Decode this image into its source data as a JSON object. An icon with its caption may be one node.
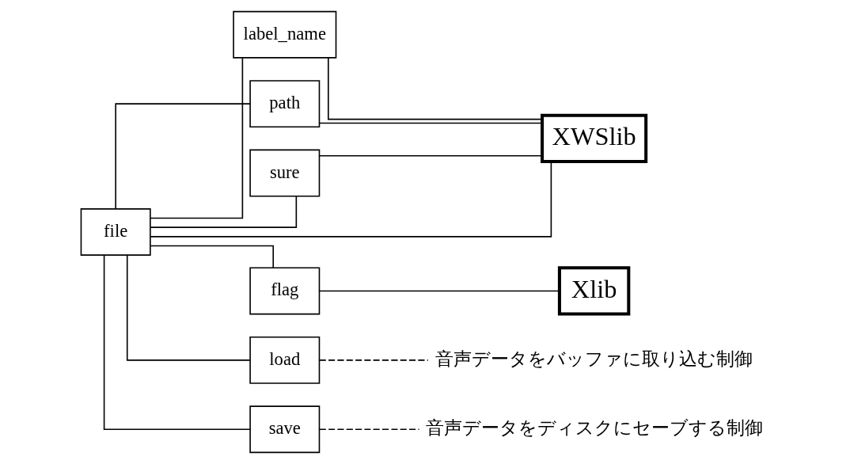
{
  "diagram": {
    "nodes": [
      {
        "text": [
          "file"
        ]
      },
      {
        "text": [
          "label_name"
        ]
      },
      {
        "text": [
          "path"
        ]
      },
      {
        "text": [
          "sure"
        ]
      },
      {
        "text": [
          "flag"
        ]
      },
      {
        "text": [
          "load"
        ]
      },
      {
        "text": [
          "save"
        ]
      },
      {
        "text": [
          "XWSlib"
        ]
      },
      {
        "text": [
          "Xlib"
        ]
      },
      {
        "text": [
          "音声データをバッファに取り込む制御"
        ]
      },
      {
        "text": [
          "音声データをディスクにセーブする制御"
        ]
      }
    ],
    "edges": [
      {
        "from": 0,
        "to": 1,
        "arrow": "none"
      },
      {
        "from": 0,
        "to": 2,
        "arrow": "none"
      },
      {
        "from": 0,
        "to": 3,
        "arrow": "none"
      },
      {
        "from": 0,
        "to": 4,
        "arrow": "none"
      },
      {
        "from": 0,
        "to": 5,
        "arrow": "none"
      },
      {
        "from": 0,
        "to": 6,
        "arrow": "none"
      },
      {
        "from": 0,
        "to": 7,
        "arrow": "none"
      },
      {
        "from": 1,
        "to": 7,
        "arrow": "none"
      },
      {
        "from": 2,
        "to": 7,
        "arrow": "none"
      },
      {
        "from": 3,
        "to": 7,
        "arrow": "none"
      },
      {
        "from": 4,
        "to": 8,
        "arrow": "none"
      },
      {
        "from": 5,
        "to": 9,
        "arrow": "none",
        "style": "dashed"
      },
      {
        "from": 6,
        "to": 10,
        "arrow": "none",
        "style": "dashed"
      }
    ]
  }
}
